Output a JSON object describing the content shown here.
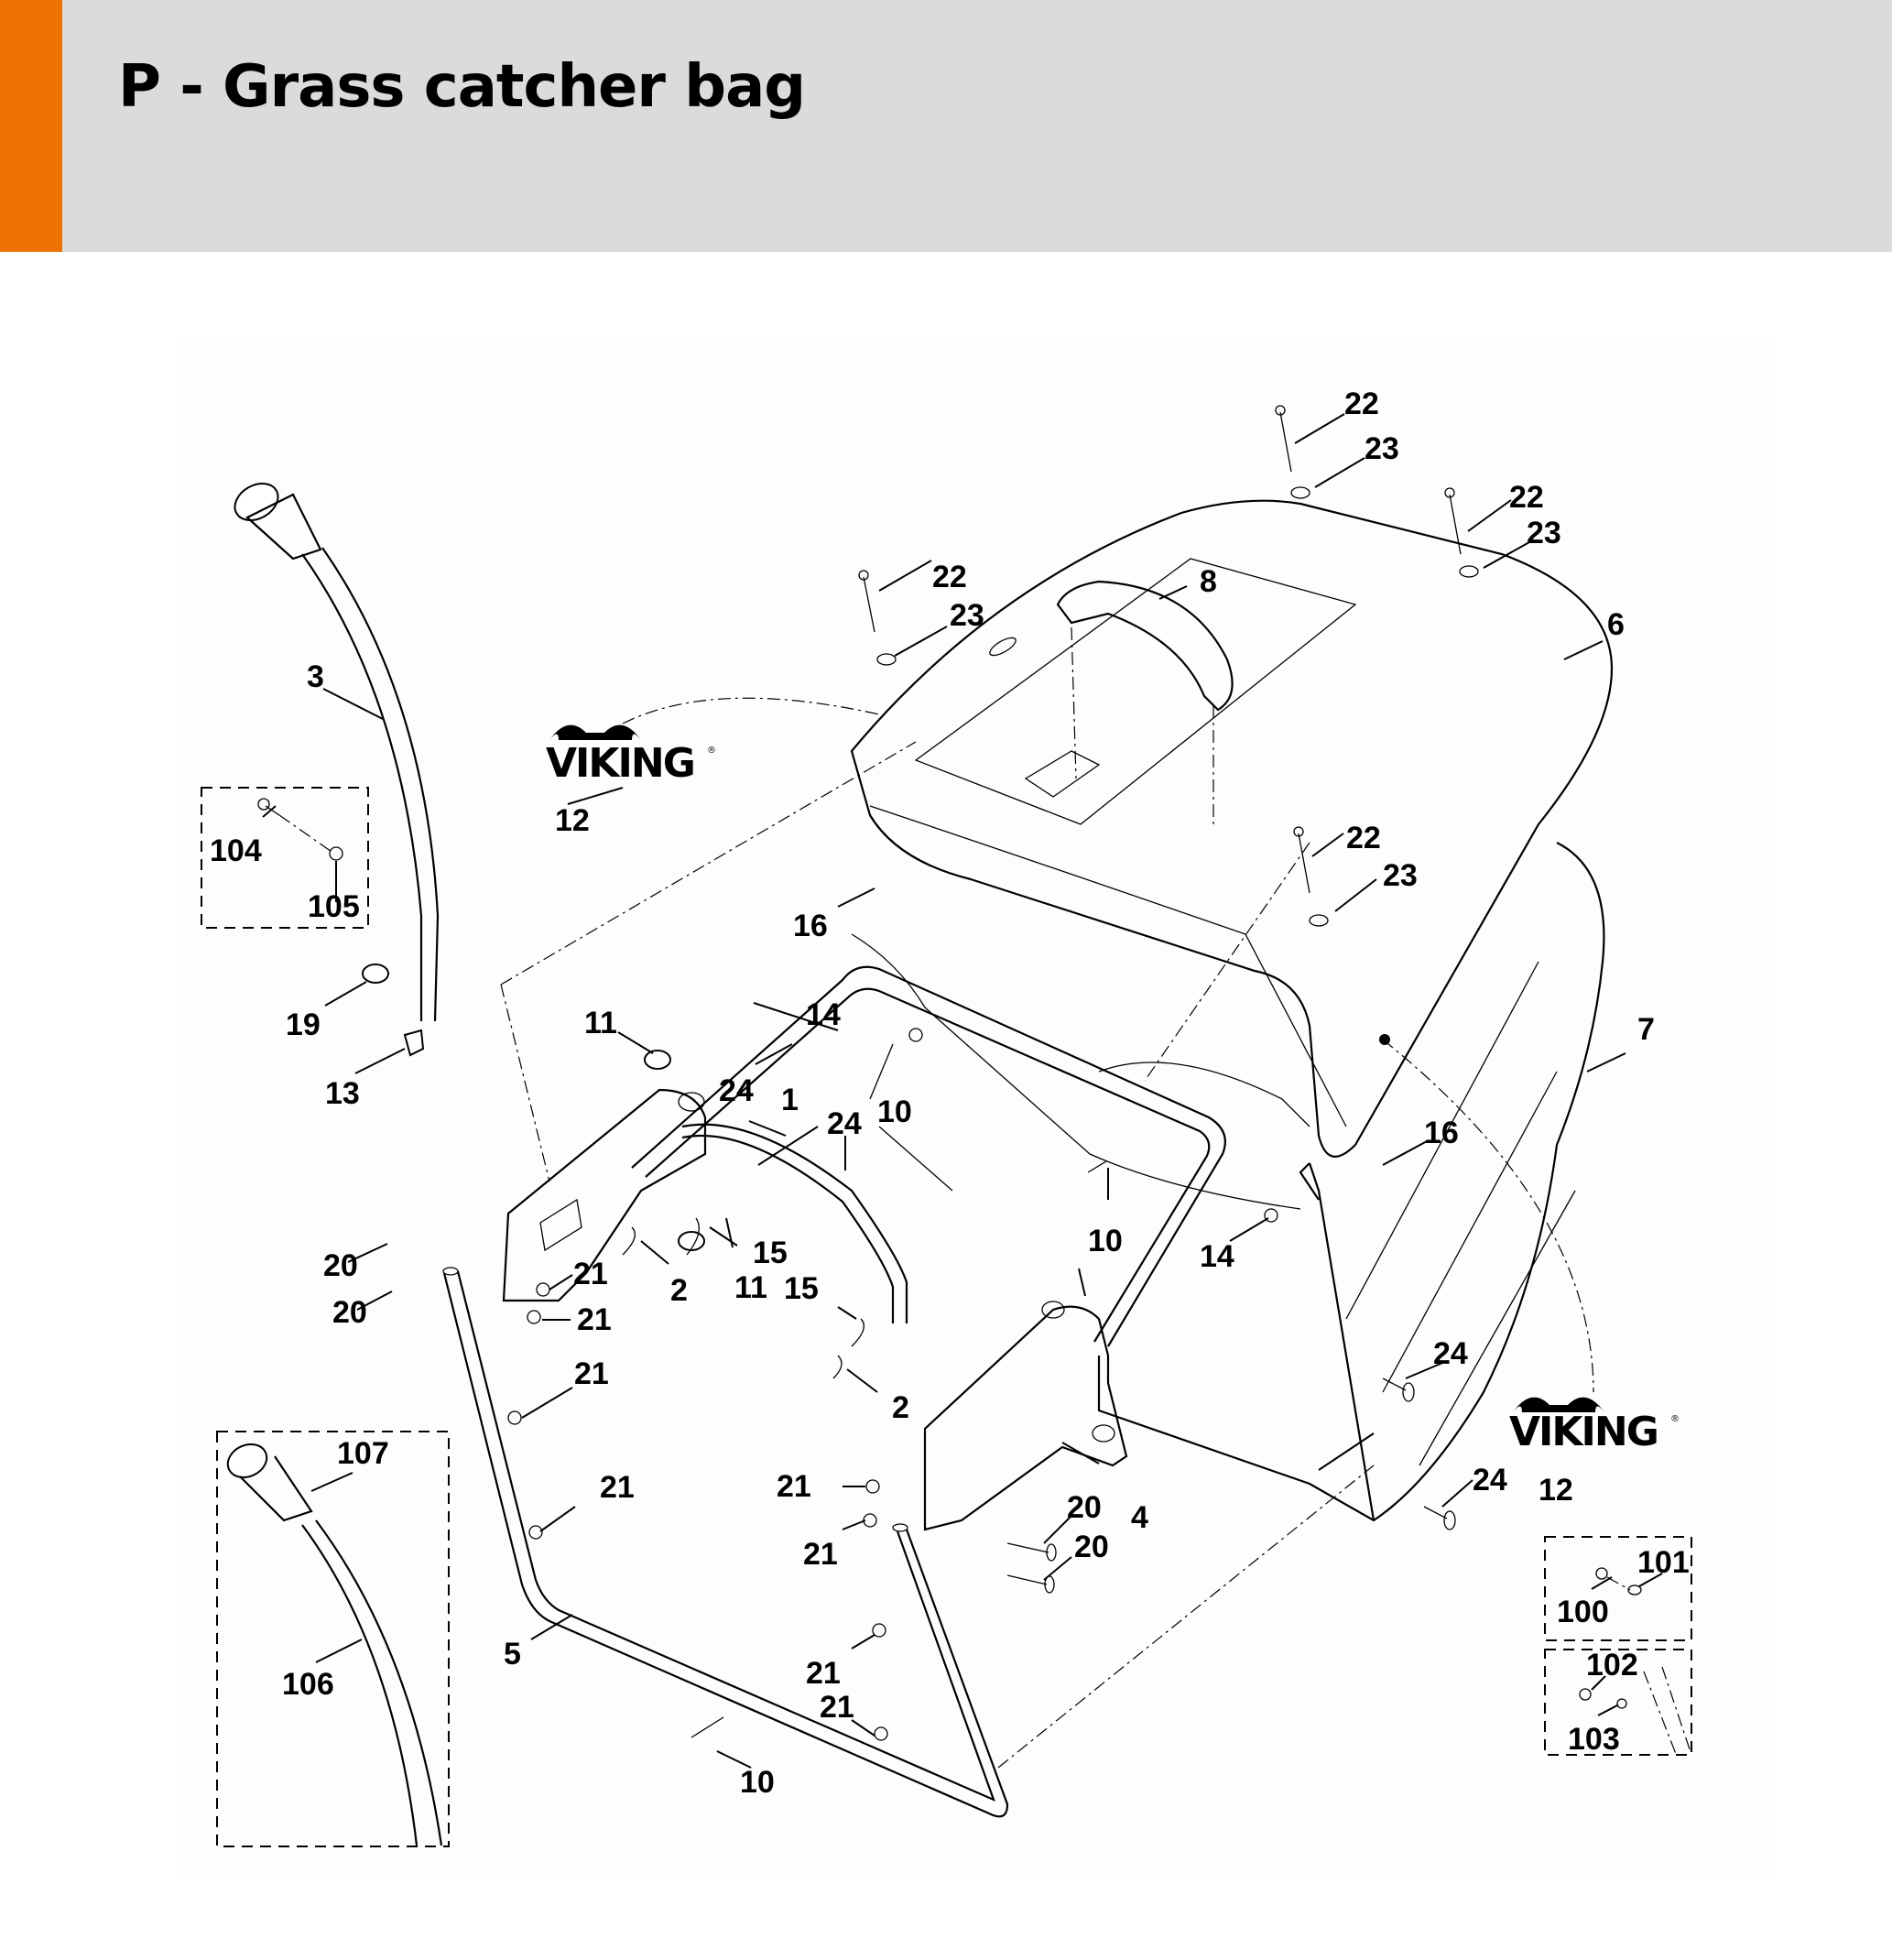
{
  "header": {
    "title": "P - Grass catcher bag",
    "accent_color": "#ee7203",
    "background_color": "#dadbda"
  },
  "diagram": {
    "brand_logos": [
      {
        "text": "VIKING",
        "mark": "®",
        "ref": "12"
      },
      {
        "text": "VIKING",
        "mark": "®",
        "ref": "12"
      }
    ],
    "callouts": [
      {
        "id": "c1",
        "label": "1"
      },
      {
        "id": "c2a",
        "label": "2"
      },
      {
        "id": "c2b",
        "label": "2"
      },
      {
        "id": "c3",
        "label": "3"
      },
      {
        "id": "c4",
        "label": "4"
      },
      {
        "id": "c5",
        "label": "5"
      },
      {
        "id": "c6",
        "label": "6"
      },
      {
        "id": "c7",
        "label": "7"
      },
      {
        "id": "c8",
        "label": "8"
      },
      {
        "id": "c10a",
        "label": "10"
      },
      {
        "id": "c10b",
        "label": "10"
      },
      {
        "id": "c10c",
        "label": "10"
      },
      {
        "id": "c11a",
        "label": "11"
      },
      {
        "id": "c11b",
        "label": "11"
      },
      {
        "id": "c12a",
        "label": "12"
      },
      {
        "id": "c12b",
        "label": "12"
      },
      {
        "id": "c13",
        "label": "13"
      },
      {
        "id": "c14a",
        "label": "14"
      },
      {
        "id": "c14b",
        "label": "14"
      },
      {
        "id": "c15a",
        "label": "15"
      },
      {
        "id": "c15b",
        "label": "15"
      },
      {
        "id": "c16a",
        "label": "16"
      },
      {
        "id": "c16b",
        "label": "16"
      },
      {
        "id": "c19",
        "label": "19"
      },
      {
        "id": "c20a",
        "label": "20"
      },
      {
        "id": "c20b",
        "label": "20"
      },
      {
        "id": "c20c",
        "label": "20"
      },
      {
        "id": "c20d",
        "label": "20"
      },
      {
        "id": "c21a",
        "label": "21"
      },
      {
        "id": "c21b",
        "label": "21"
      },
      {
        "id": "c21c",
        "label": "21"
      },
      {
        "id": "c21d",
        "label": "21"
      },
      {
        "id": "c21e",
        "label": "21"
      },
      {
        "id": "c21f",
        "label": "21"
      },
      {
        "id": "c21g",
        "label": "21"
      },
      {
        "id": "c21h",
        "label": "21"
      },
      {
        "id": "c22a",
        "label": "22"
      },
      {
        "id": "c22b",
        "label": "22"
      },
      {
        "id": "c22c",
        "label": "22"
      },
      {
        "id": "c22d",
        "label": "22"
      },
      {
        "id": "c23a",
        "label": "23"
      },
      {
        "id": "c23b",
        "label": "23"
      },
      {
        "id": "c23c",
        "label": "23"
      },
      {
        "id": "c23d",
        "label": "23"
      },
      {
        "id": "c24a",
        "label": "24"
      },
      {
        "id": "c24b",
        "label": "24"
      },
      {
        "id": "c24c",
        "label": "24"
      },
      {
        "id": "c24d",
        "label": "24"
      },
      {
        "id": "c100",
        "label": "100"
      },
      {
        "id": "c101",
        "label": "101"
      },
      {
        "id": "c102",
        "label": "102"
      },
      {
        "id": "c103",
        "label": "103"
      },
      {
        "id": "c104",
        "label": "104"
      },
      {
        "id": "c105",
        "label": "105"
      },
      {
        "id": "c106",
        "label": "106"
      },
      {
        "id": "c107",
        "label": "107"
      }
    ]
  }
}
